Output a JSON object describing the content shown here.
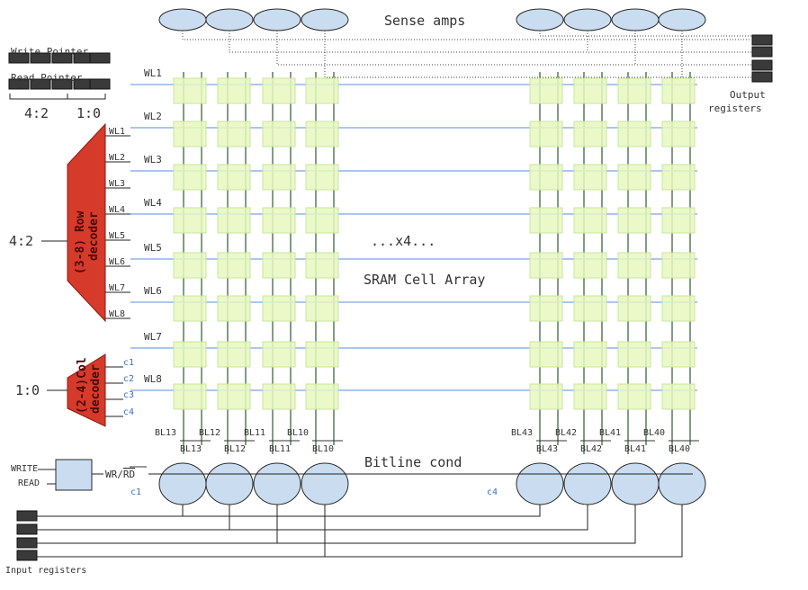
{
  "labels": {
    "sense_amps": "Sense amps",
    "write_pointer": "Write Pointer",
    "read_pointer": "Read Pointer",
    "ptr_hi": "4:2",
    "ptr_lo": "1:0",
    "row_input": "4:2",
    "col_input": "1:0",
    "row_decoder_line1": "(3-8) Row",
    "row_decoder_line2": "decoder",
    "col_decoder_line1": "(2-4)Col",
    "col_decoder_line2": "decoder",
    "output_registers_line1": "Output",
    "output_registers_line2": "registers",
    "repeat_note": "...x4...",
    "array_label": "SRAM Cell Array",
    "bitline_cond": "Bitline cond",
    "write": "WRITE",
    "read": "READ",
    "wr_rd_prefix": "WR/",
    "wr_rd_bar": "RD",
    "c1_label": "c1",
    "c4_label": "c4",
    "input_registers": "Input registers"
  },
  "wordlines": [
    "WL1",
    "WL2",
    "WL3",
    "WL4",
    "WL5",
    "WL6",
    "WL7",
    "WL8"
  ],
  "col_select": [
    "c1",
    "c2",
    "c3",
    "c4"
  ],
  "bitline_groups": [
    {
      "bl": "BL13",
      "blbar": "BL13"
    },
    {
      "bl": "BL12",
      "blbar": "BL12"
    },
    {
      "bl": "BL11",
      "blbar": "BL11"
    },
    {
      "bl": "BL10",
      "blbar": "BL10"
    },
    {
      "bl": "BL43",
      "blbar": "BL43"
    },
    {
      "bl": "BL42",
      "blbar": "BL42"
    },
    {
      "bl": "BL41",
      "blbar": "BL41"
    },
    {
      "bl": "BL40",
      "blbar": "BL40"
    }
  ],
  "colors": {
    "cell_fill": "#e8f8c0",
    "cell_stroke": "#c9e59a",
    "wordline": "#7aa3e6",
    "bitline": "#2f5a2f",
    "amp_fill": "#c9dcf0",
    "amp_stroke": "#2a2a2a",
    "decoder_fill": "#d63a2a",
    "decoder_stroke": "#8a1a10",
    "register_fill": "#3a3a3a",
    "label_blue": "#3a6fc4"
  }
}
